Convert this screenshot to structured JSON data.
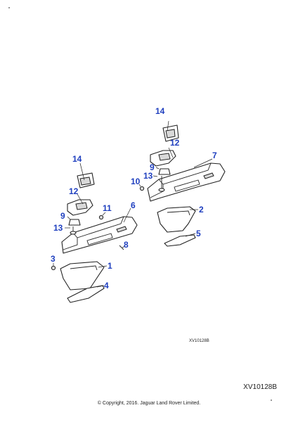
{
  "callouts": {
    "c1": "1",
    "c2": "2",
    "c3": "3",
    "c4": "4",
    "c5": "5",
    "c6": "6",
    "c7": "7",
    "c8": "8",
    "c9a": "9",
    "c9b": "9",
    "c10": "10",
    "c11": "11",
    "c12a": "12",
    "c12b": "12",
    "c13a": "13",
    "c13b": "13",
    "c14a": "14",
    "c14b": "14"
  },
  "drawing_id": "XV10128B",
  "reference_code": "XV10128B",
  "copyright": "© Copyright, 2016. Jaguar Land Rover Limited."
}
